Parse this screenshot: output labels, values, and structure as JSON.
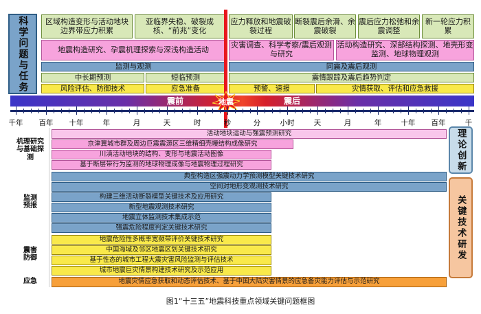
{
  "top_left_label": "科学问题与任务",
  "science_problems": [
    "区域构造变形与活动地块边界带应力积累",
    "亚临界失稳、破裂成核、“前兆”变化",
    "应力释放和地震破裂过程",
    "断裂震后余滑、余震破裂",
    "震后应力松弛和余震调整",
    "新一轮应力积累"
  ],
  "task_rows": {
    "row1": [
      "地震构造研究、孕震机理探索与深浅构造活动",
      "灾害调查、科学考察/震后观测与研究",
      "活动构造研究、深部结构探测、地壳形变监测、地球物理观测"
    ],
    "row2": [
      "监测与观测",
      "同震及震后观测"
    ],
    "row3": [
      "中长期预测",
      "短临预测",
      "震情跟踪及震后趋势判定"
    ],
    "row4": [
      "风险评估、防御技术",
      "应急准备",
      "预警、速报",
      "灾情获取、评估和应急救援"
    ]
  },
  "phase_bar": {
    "before": "震前",
    "during": "地震",
    "after": "震后"
  },
  "timeline_ticks": [
    "千年",
    "百年",
    "十年",
    "年",
    "月",
    "天",
    "时",
    "秒",
    "分",
    "小时",
    "天",
    "月",
    "年",
    "十年",
    "百年",
    "千年"
  ],
  "right_tags": [
    "理论创新",
    "关键技术研发"
  ],
  "categories": [
    {
      "label": "机理研究与基础探测",
      "bars": [
        "活动地块运动与强震预测研究",
        "京津冀城市群及周边巨震震源区三维精细壳幔结构成像研究",
        "川滇活动地块的结构、变形与地震活动图像",
        "基于断层带行为监测的地球物理成像与地震物理过程研究"
      ]
    },
    {
      "label": "监测预报",
      "bars": [
        "典型构造区强震动力学预测模型关键技术研究",
        "空间对地形变观测技术研究",
        "构建三维活动断裂模型关键技术及应用研究",
        "新型地震观测技术研究",
        "地震立体监测技术集成示范",
        "强震危险程度判定关键技术研究"
      ]
    },
    {
      "label": "震害防御",
      "bars": [
        "地震危险性多概率宽频带评价关键技术研究",
        "中国海域及邻区地震区划关键技术研究",
        "基于性态的城市工程大震灾害风险监测与评估技术",
        "城市地震巨灾情景构建技术研究及示范应用"
      ]
    },
    {
      "label": "应急",
      "bars": [
        "地震灾情应急获取和动态评估技术、基于中国大陆灾害情景的应急备灾能力评估与示范研究"
      ]
    }
  ],
  "caption": "图1“十三五”地震科技重点领域关键问题框图",
  "colors": {
    "red_line": "#e8171e",
    "axis": "#1a2a6c"
  }
}
